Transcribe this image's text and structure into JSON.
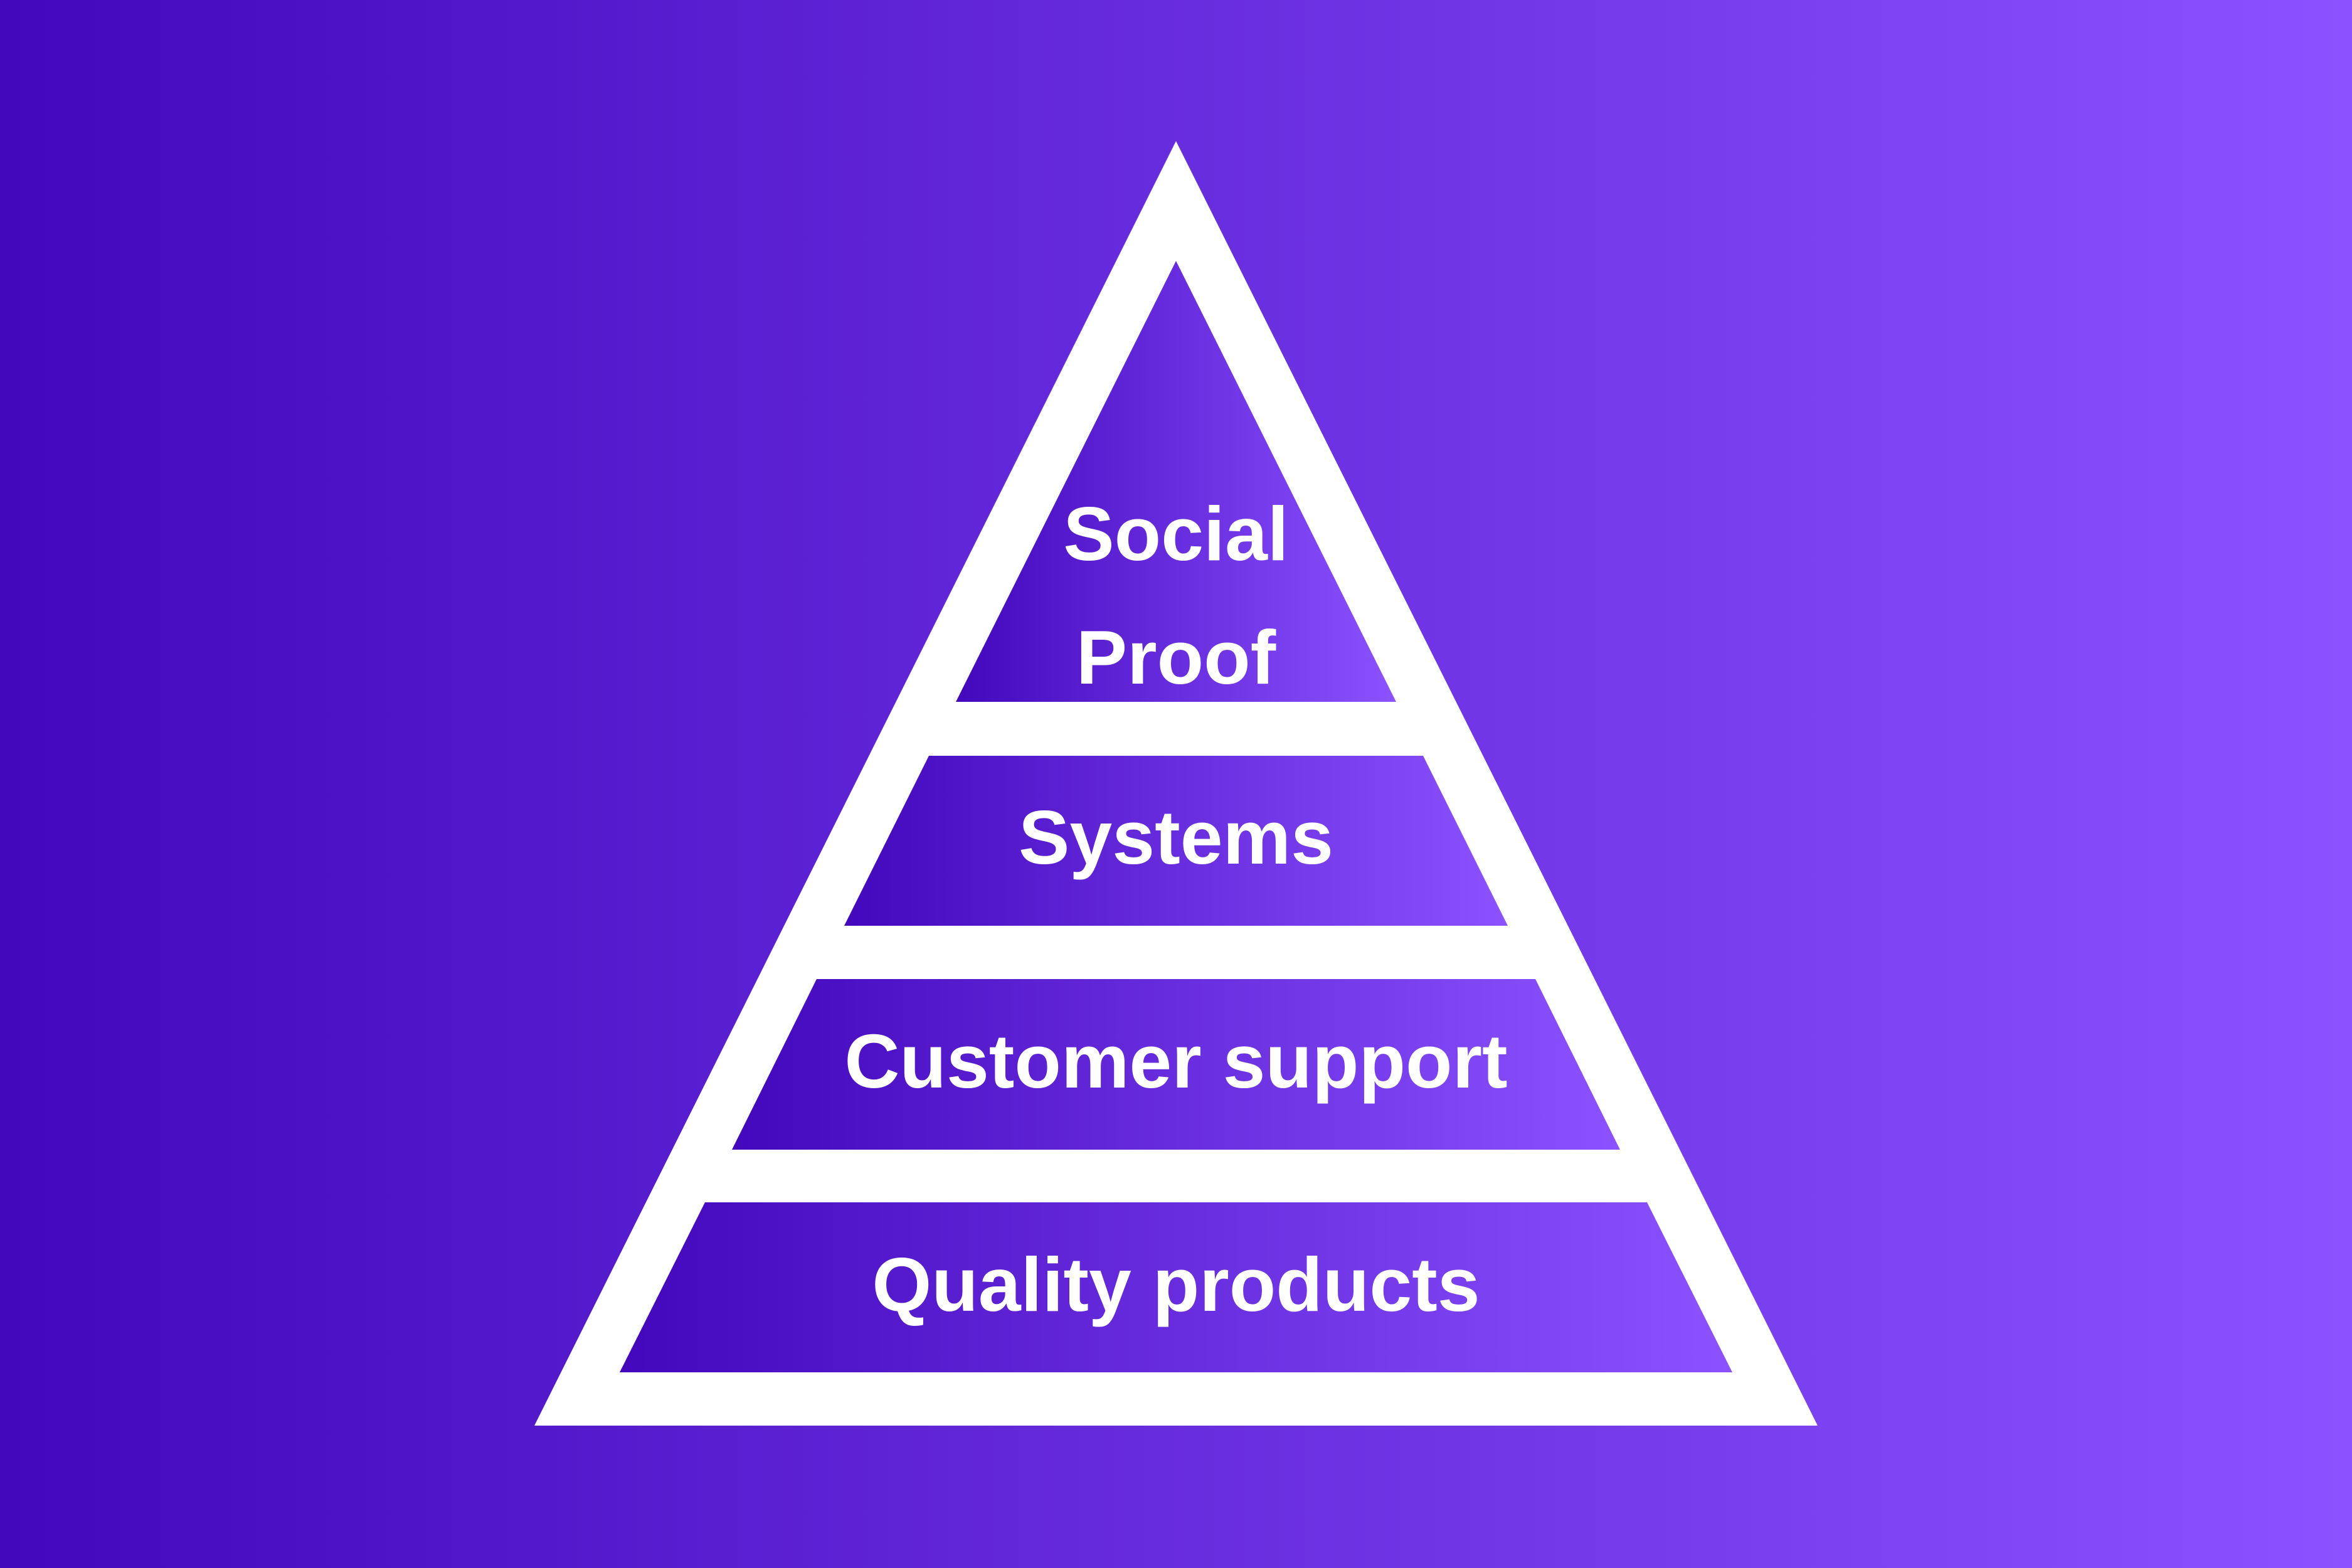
{
  "colors": {
    "gradient_start": "#4307BC",
    "gradient_end": "#8C52FF",
    "stroke": "#FFFFFF",
    "text": "#FFFFFF"
  },
  "pyramid": {
    "tiers": [
      {
        "lines": [
          "Social",
          "Proof"
        ]
      },
      {
        "lines": [
          "Systems"
        ]
      },
      {
        "lines": [
          "Customer support"
        ]
      },
      {
        "lines": [
          "Quality products"
        ]
      }
    ]
  }
}
